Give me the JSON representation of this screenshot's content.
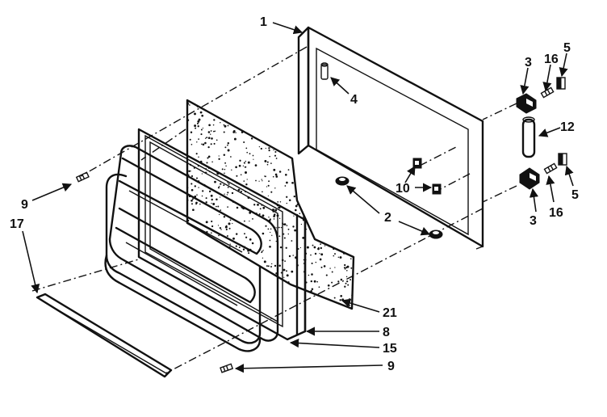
{
  "callouts": [
    {
      "id": "c1",
      "text": "1"
    },
    {
      "id": "c3a",
      "text": "3"
    },
    {
      "id": "c16a",
      "text": "16"
    },
    {
      "id": "c5a",
      "text": "5"
    },
    {
      "id": "c4",
      "text": "4"
    },
    {
      "id": "c12",
      "text": "12"
    },
    {
      "id": "c10",
      "text": "10"
    },
    {
      "id": "c2",
      "text": "2"
    },
    {
      "id": "c5b",
      "text": "5"
    },
    {
      "id": "c3b",
      "text": "3"
    },
    {
      "id": "c16b",
      "text": "16"
    },
    {
      "id": "c9a",
      "text": "9"
    },
    {
      "id": "c17",
      "text": "17"
    },
    {
      "id": "c21",
      "text": "21"
    },
    {
      "id": "c8",
      "text": "8"
    },
    {
      "id": "c15",
      "text": "15"
    },
    {
      "id": "c9b",
      "text": "9"
    }
  ]
}
